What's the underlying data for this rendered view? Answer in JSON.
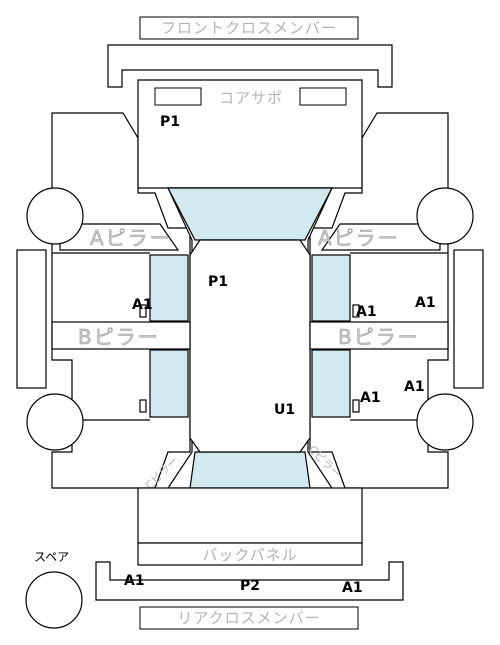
{
  "labels": {
    "front_cross_member": "フロントクロスメンバー",
    "core_support": "コアサポ",
    "a_pillar_left": "Aピラー",
    "a_pillar_right": "Aピラー",
    "b_pillar_left": "Bピラー",
    "b_pillar_right": "Bピラー",
    "c_pillar_left": "Cピラー",
    "c_pillar_right": "Cピラー",
    "back_panel": "バックパネル",
    "rear_cross_member": "リアクロスメンバー",
    "spare": "スペア"
  },
  "codes": {
    "hood": "P1",
    "roof": "P1",
    "roof_u": "U1",
    "left_front_door": "A1",
    "right_front_door_inner": "A1",
    "right_front_door_outer": "A1",
    "right_rear_door_inner": "A1",
    "right_rear_door_outer": "A1",
    "trunk_left": "A1",
    "trunk_center": "P2",
    "trunk_right": "A1"
  },
  "colors": {
    "glass": "#d2e9f0",
    "line": "#000000",
    "label_text": "#b4b4b4"
  }
}
